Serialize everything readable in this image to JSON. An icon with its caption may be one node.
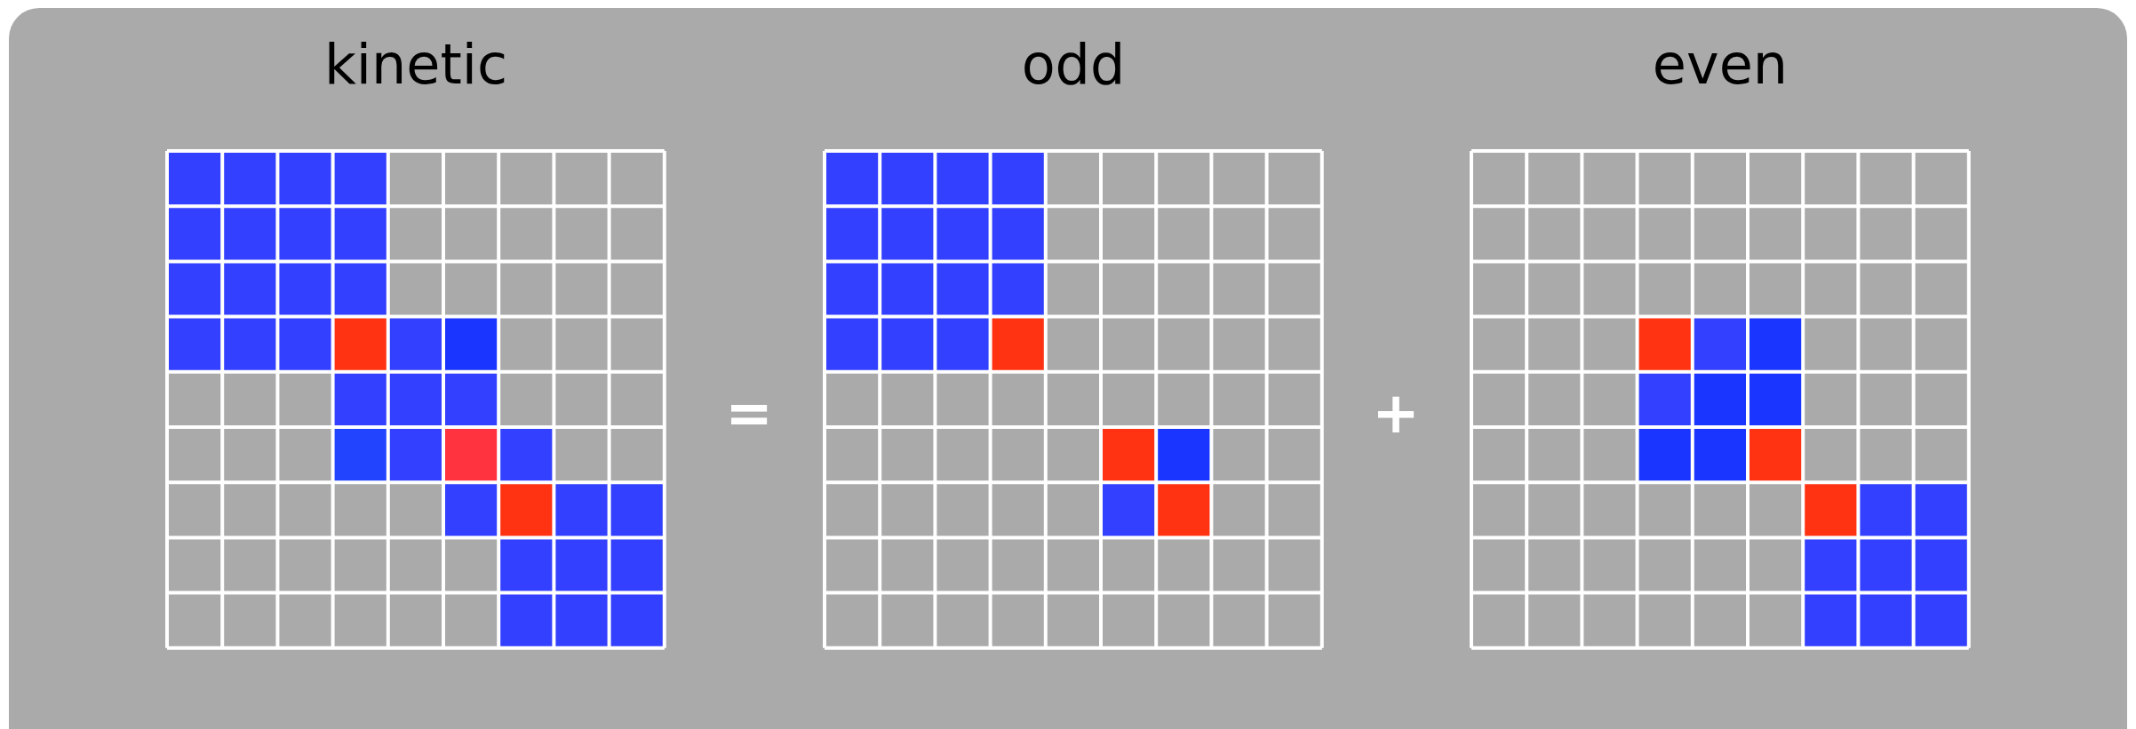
{
  "diagram": {
    "labels": [
      "kinetic",
      "odd",
      "even",
      "=",
      "+"
    ]
  }
}
